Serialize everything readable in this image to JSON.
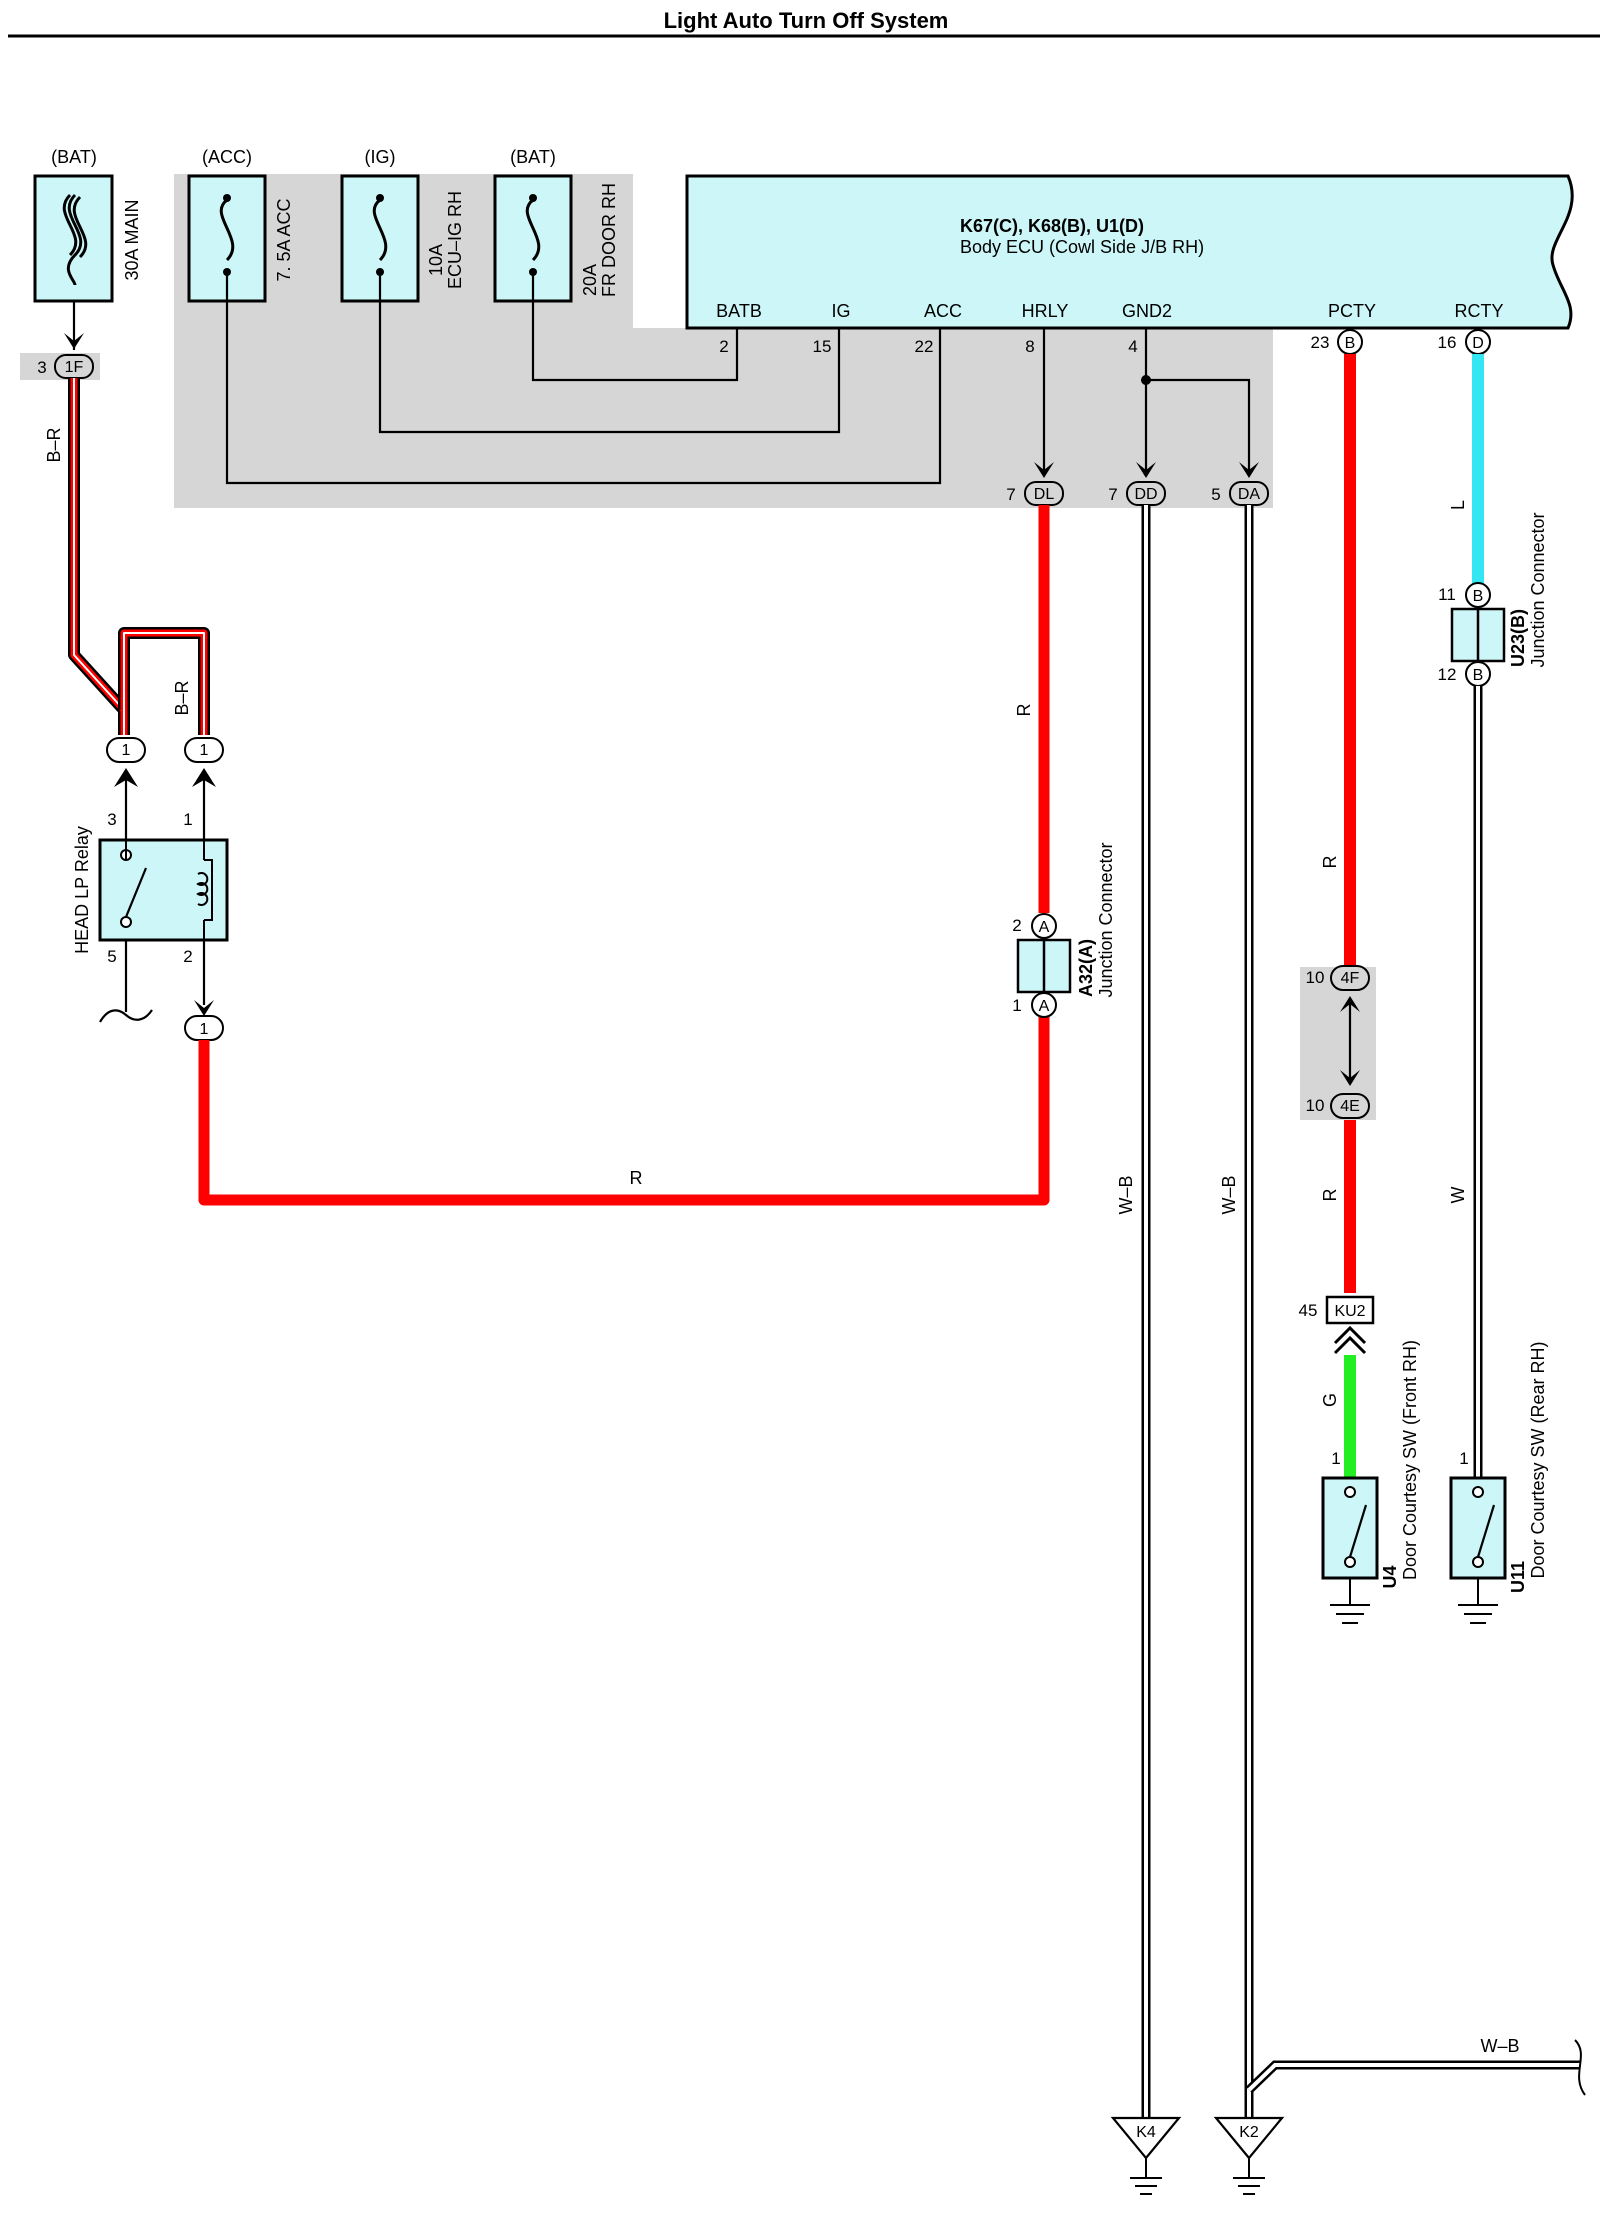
{
  "title": "Light Auto Turn Off System",
  "colors": {
    "component_fill": "#cdf6f8",
    "junction_block_fill": "#d6d6d6",
    "wire_r": "#ff0000",
    "wire_l": "#33e6f2",
    "wire_g": "#22ee22"
  },
  "fuses": {
    "main": {
      "source": "(BAT)",
      "name": "30A MAIN"
    },
    "acc": {
      "source": "(ACC)",
      "name": "7. 5A ACC"
    },
    "ecu_ig": {
      "source": "(IG)",
      "amp": "10A",
      "name": "ECU–IG RH"
    },
    "fr_door": {
      "source": "(BAT)",
      "amp": "20A",
      "name": "FR DOOR RH"
    }
  },
  "ecu": {
    "code": "K67(C), K68(B), U1(D)",
    "name": "Body ECU (Cowl Side J/B RH)",
    "terminals": {
      "batb": {
        "name": "BATB",
        "pin": "2"
      },
      "ig": {
        "name": "IG",
        "pin": "15"
      },
      "acc": {
        "name": "ACC",
        "pin": "22"
      },
      "hrly": {
        "name": "HRLY",
        "pin": "8"
      },
      "gnd2": {
        "name": "GND2",
        "pin": "4"
      },
      "pcty": {
        "name": "PCTY",
        "pin": "23",
        "conn": "B"
      },
      "rcty": {
        "name": "RCTY",
        "pin": "16",
        "conn": "D"
      }
    }
  },
  "jb_connectors": {
    "c1f": {
      "pin": "3",
      "code": "1F"
    },
    "dl": {
      "pin": "7",
      "code": "DL"
    },
    "dd": {
      "pin": "7",
      "code": "DD"
    },
    "da": {
      "pin": "5",
      "code": "DA"
    }
  },
  "relay": {
    "name": "HEAD LP Relay",
    "pins": {
      "p3": "3",
      "p1": "1",
      "p5": "5",
      "p2": "2"
    },
    "conn_label": "1"
  },
  "junction_a32": {
    "code": "A32(A)",
    "name": "Junction Connector",
    "pin_top": "2",
    "pin_bottom": "1",
    "conn": "A"
  },
  "junction_u23": {
    "code": "U23(B)",
    "name": "Junction Connector",
    "pin_top": "11",
    "pin_bottom": "12",
    "conn": "B"
  },
  "inline_4f": {
    "pin": "10",
    "code": "4F"
  },
  "inline_4e": {
    "pin": "10",
    "code": "4E"
  },
  "inline_ku2": {
    "pin": "45",
    "code": "KU2"
  },
  "switch_u4": {
    "code": "U4",
    "name": "Door Courtesy SW (Front RH)",
    "pin": "1"
  },
  "switch_u11": {
    "code": "U11",
    "name": "Door Courtesy SW (Rear RH)",
    "pin": "1"
  },
  "grounds": {
    "k4": "K4",
    "k2": "K2"
  },
  "wire_labels": {
    "br_main": "B–R",
    "br_relay": "B–R",
    "r_hrly": "R",
    "r_bottom": "R",
    "wb_k4": "W–B",
    "wb_k2": "W–B",
    "wb_right": "W–B",
    "r_pcty_upper": "R",
    "r_pcty_lower": "R",
    "l_rcty": "L",
    "w_rear": "W",
    "g_front": "G"
  }
}
